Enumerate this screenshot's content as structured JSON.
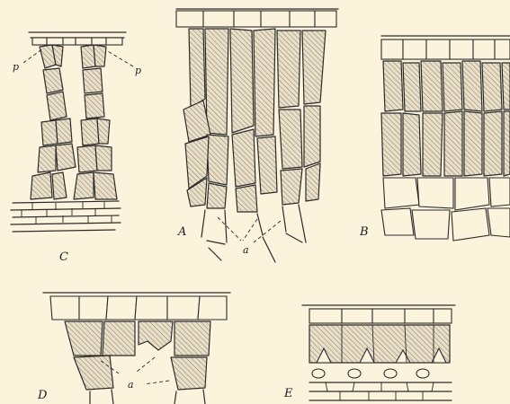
{
  "figures": {
    "A": {
      "label": "A",
      "pointer": "a"
    },
    "B": {
      "label": "B"
    },
    "C": {
      "label": "C",
      "pointer_left": "p",
      "pointer_right": "p"
    },
    "D": {
      "label": "D",
      "pointer": "a"
    },
    "E": {
      "label": "E"
    }
  }
}
